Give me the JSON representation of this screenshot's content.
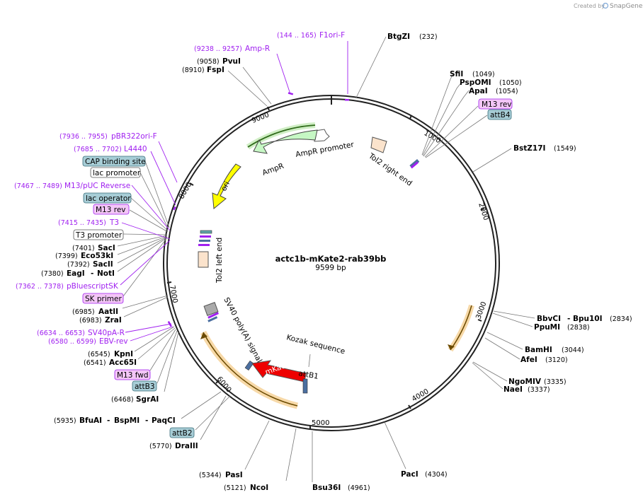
{
  "credit": {
    "prefix": "Created by",
    "brand": "SnapGene"
  },
  "plasmid": {
    "name": "actc1b-mKate2-rab39bb",
    "size_label": "9599 bp"
  },
  "ticks": [
    "1000",
    "2000",
    "3000",
    "4000",
    "5000",
    "6000",
    "7000",
    "8000",
    "9000"
  ],
  "features": {
    "ampr_promoter": "AmpR promoter",
    "ampr": "AmpR",
    "ori": "ori",
    "tol2_right": "Tol2 right end",
    "tol2_left": "Tol2 left end",
    "sv40": "SV40 poly(A) signal",
    "kozak": "Kozak sequence",
    "attb1": "attB1",
    "mkate2": "mKate2"
  },
  "enzymes": [
    {
      "id": "btgzi",
      "name": "BtgZI",
      "pos": "(232)"
    },
    {
      "id": "sfii",
      "name": "SfiI",
      "pos": "(1049)"
    },
    {
      "id": "pspomi",
      "name": "PspOMI",
      "pos": "(1050)"
    },
    {
      "id": "apai",
      "name": "ApaI",
      "pos": "(1054)"
    },
    {
      "id": "bstz17i",
      "name": "BstZ17I",
      "pos": "(1549)"
    },
    {
      "id": "bbvci",
      "name": "BbvCI",
      "name2": "Bpu10I",
      "pos": "(2834)"
    },
    {
      "id": "ppumi",
      "name": "PpuMI",
      "pos": "(2838)"
    },
    {
      "id": "bamhi",
      "name": "BamHI",
      "pos": "(3044)"
    },
    {
      "id": "afei",
      "name": "AfeI",
      "pos": "(3120)"
    },
    {
      "id": "ngomiv",
      "name": "NgoMIV",
      "pos": "(3335)"
    },
    {
      "id": "naei",
      "name": "NaeI",
      "pos": "(3337)"
    },
    {
      "id": "paci",
      "name": "PacI",
      "pos": "(4304)"
    },
    {
      "id": "bsu36i",
      "name": "Bsu36I",
      "pos": "(4961)"
    },
    {
      "id": "ncoi",
      "name": "NcoI",
      "pos": "(5121)"
    },
    {
      "id": "pasi",
      "name": "PasI",
      "pos": "(5344)"
    },
    {
      "id": "draiii",
      "name": "DraIII",
      "pos": "(5770)"
    },
    {
      "id": "bfuai",
      "name": "BfuAI",
      "name2": "BspMI",
      "name3": "PaqCI",
      "pos": "(5935)"
    },
    {
      "id": "sgrai",
      "name": "SgrAI",
      "pos": "(6468)"
    },
    {
      "id": "acc65i",
      "name": "Acc65I",
      "pos": "(6541)"
    },
    {
      "id": "kpni",
      "name": "KpnI",
      "pos": "(6545)"
    },
    {
      "id": "zrai",
      "name": "ZraI",
      "pos": "(6983)"
    },
    {
      "id": "aatii",
      "name": "AatII",
      "pos": "(6985)"
    },
    {
      "id": "eagi",
      "name": "EagI",
      "name2": "NotI",
      "pos": "(7380)"
    },
    {
      "id": "sacii",
      "name": "SacII",
      "pos": "(7392)"
    },
    {
      "id": "eco53ki",
      "name": "Eco53kI",
      "pos": "(7399)"
    },
    {
      "id": "saci",
      "name": "SacI",
      "pos": "(7401)"
    },
    {
      "id": "fspi",
      "name": "FspI",
      "pos": "(8910)"
    },
    {
      "id": "pvui",
      "name": "PvuI",
      "pos": "(9058)"
    }
  ],
  "primers": [
    {
      "id": "f1ori",
      "name": "F1ori-F",
      "range": "(144 .. 165)"
    },
    {
      "id": "ampr_p",
      "name": "Amp-R",
      "range": "(9238 .. 9257)"
    },
    {
      "id": "pbr322",
      "name": "pBR322ori-F",
      "range": "(7936 .. 7955)"
    },
    {
      "id": "l4440",
      "name": "L4440",
      "range": "(7685 .. 7702)"
    },
    {
      "id": "m13puc",
      "name": "M13/pUC Reverse",
      "range": "(7467 .. 7489)"
    },
    {
      "id": "t3",
      "name": "T3",
      "range": "(7415 .. 7435)"
    },
    {
      "id": "pbluescript",
      "name": "pBluescriptSK",
      "range": "(7362 .. 7378)"
    },
    {
      "id": "sv40pa",
      "name": "SV40pA-R",
      "range": "(6634 .. 6653)"
    },
    {
      "id": "ebvrev",
      "name": "EBV-rev",
      "range": "(6580 .. 6599)"
    }
  ],
  "boxed_labels": [
    {
      "id": "m13rev_top",
      "text": "M13 rev",
      "style": "pink"
    },
    {
      "id": "attb4",
      "text": "attB4",
      "style": "teal"
    },
    {
      "id": "cap",
      "text": "CAP binding site",
      "style": "teal"
    },
    {
      "id": "lacprom",
      "text": "lac promoter",
      "style": "white"
    },
    {
      "id": "lacop",
      "text": "lac operator",
      "style": "teal"
    },
    {
      "id": "m13rev_left",
      "text": "M13 rev",
      "style": "pink"
    },
    {
      "id": "t3prom",
      "text": "T3 promoter",
      "style": "white"
    },
    {
      "id": "skprimer",
      "text": "SK primer",
      "style": "pink"
    },
    {
      "id": "m13fwd",
      "text": "M13 fwd",
      "style": "pink"
    },
    {
      "id": "attb3",
      "text": "attB3",
      "style": "teal"
    },
    {
      "id": "attb2",
      "text": "attB2",
      "style": "teal"
    }
  ],
  "colors": {
    "backbone": "#222222",
    "primer": "#a020f0",
    "pink_fill": "#f3c6f7",
    "pink_stroke": "#a020f0",
    "teal_fill": "#a7cdd6",
    "teal_stroke": "#3a6e7a",
    "ampr": "#c6f7c4",
    "ori": "#ffff00",
    "mkate2": "#ee0000",
    "tol2": "#fbe3cc",
    "highlight": "#f7d9a8"
  }
}
